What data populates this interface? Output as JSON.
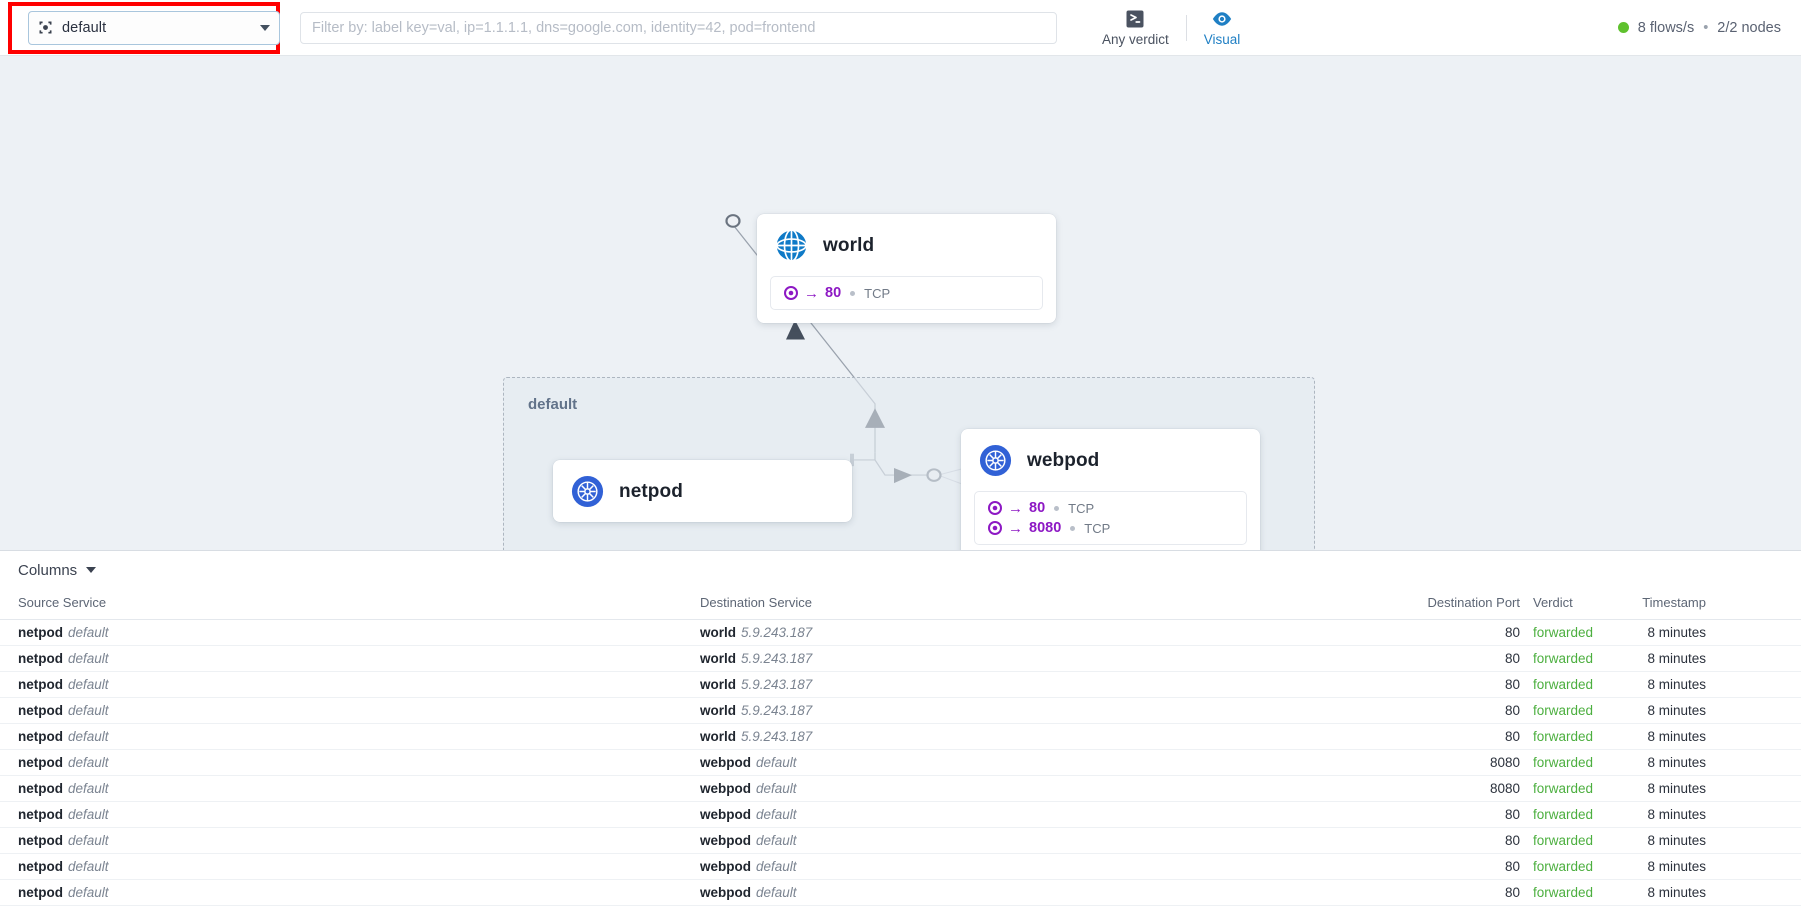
{
  "header": {
    "namespace_selector": {
      "icon": "cluster-icon",
      "value": "default",
      "highlighted": true,
      "highlight_color": "#ff0000"
    },
    "filter": {
      "value": "",
      "placeholder": "Filter by: label key=val, ip=1.1.1.1, dns=google.com, identity=42, pod=frontend"
    },
    "tools": [
      {
        "id": "verdict",
        "icon": "gavel-icon",
        "label": "Any verdict",
        "active": false
      },
      {
        "id": "visual",
        "icon": "eye-icon",
        "label": "Visual",
        "active": true
      }
    ],
    "status": {
      "indicator_color": "#5fc12e",
      "flows": "8 flows/s",
      "separator": "•",
      "nodes": "2/2 nodes"
    }
  },
  "map": {
    "namespace_box_label": "default",
    "nodes": [
      {
        "id": "world",
        "title": "world",
        "icon": "globe-icon",
        "ports": [
          {
            "arrow": "→",
            "port": "80",
            "protocol": "TCP"
          }
        ]
      },
      {
        "id": "netpod",
        "title": "netpod",
        "icon": "kubernetes-icon",
        "ports": []
      },
      {
        "id": "webpod",
        "title": "webpod",
        "icon": "kubernetes-icon",
        "ports": [
          {
            "arrow": "→",
            "port": "80",
            "protocol": "TCP"
          },
          {
            "arrow": "→",
            "port": "8080",
            "protocol": "TCP"
          }
        ]
      }
    ]
  },
  "flows": {
    "columns_button": "Columns",
    "headers": {
      "source": "Source Service",
      "destination": "Destination Service",
      "port": "Destination Port",
      "verdict": "Verdict",
      "timestamp": "Timestamp"
    },
    "rows": [
      {
        "src_name": "netpod",
        "src_meta": "default",
        "dst_name": "world",
        "dst_meta": "5.9.243.187",
        "port": "80",
        "verdict": "forwarded",
        "timestamp": "8 minutes"
      },
      {
        "src_name": "netpod",
        "src_meta": "default",
        "dst_name": "world",
        "dst_meta": "5.9.243.187",
        "port": "80",
        "verdict": "forwarded",
        "timestamp": "8 minutes"
      },
      {
        "src_name": "netpod",
        "src_meta": "default",
        "dst_name": "world",
        "dst_meta": "5.9.243.187",
        "port": "80",
        "verdict": "forwarded",
        "timestamp": "8 minutes"
      },
      {
        "src_name": "netpod",
        "src_meta": "default",
        "dst_name": "world",
        "dst_meta": "5.9.243.187",
        "port": "80",
        "verdict": "forwarded",
        "timestamp": "8 minutes"
      },
      {
        "src_name": "netpod",
        "src_meta": "default",
        "dst_name": "world",
        "dst_meta": "5.9.243.187",
        "port": "80",
        "verdict": "forwarded",
        "timestamp": "8 minutes"
      },
      {
        "src_name": "netpod",
        "src_meta": "default",
        "dst_name": "webpod",
        "dst_meta": "default",
        "port": "8080",
        "verdict": "forwarded",
        "timestamp": "8 minutes"
      },
      {
        "src_name": "netpod",
        "src_meta": "default",
        "dst_name": "webpod",
        "dst_meta": "default",
        "port": "8080",
        "verdict": "forwarded",
        "timestamp": "8 minutes"
      },
      {
        "src_name": "netpod",
        "src_meta": "default",
        "dst_name": "webpod",
        "dst_meta": "default",
        "port": "80",
        "verdict": "forwarded",
        "timestamp": "8 minutes"
      },
      {
        "src_name": "netpod",
        "src_meta": "default",
        "dst_name": "webpod",
        "dst_meta": "default",
        "port": "80",
        "verdict": "forwarded",
        "timestamp": "8 minutes"
      },
      {
        "src_name": "netpod",
        "src_meta": "default",
        "dst_name": "webpod",
        "dst_meta": "default",
        "port": "80",
        "verdict": "forwarded",
        "timestamp": "8 minutes"
      },
      {
        "src_name": "netpod",
        "src_meta": "default",
        "dst_name": "webpod",
        "dst_meta": "default",
        "port": "80",
        "verdict": "forwarded",
        "timestamp": "8 minutes"
      }
    ]
  }
}
